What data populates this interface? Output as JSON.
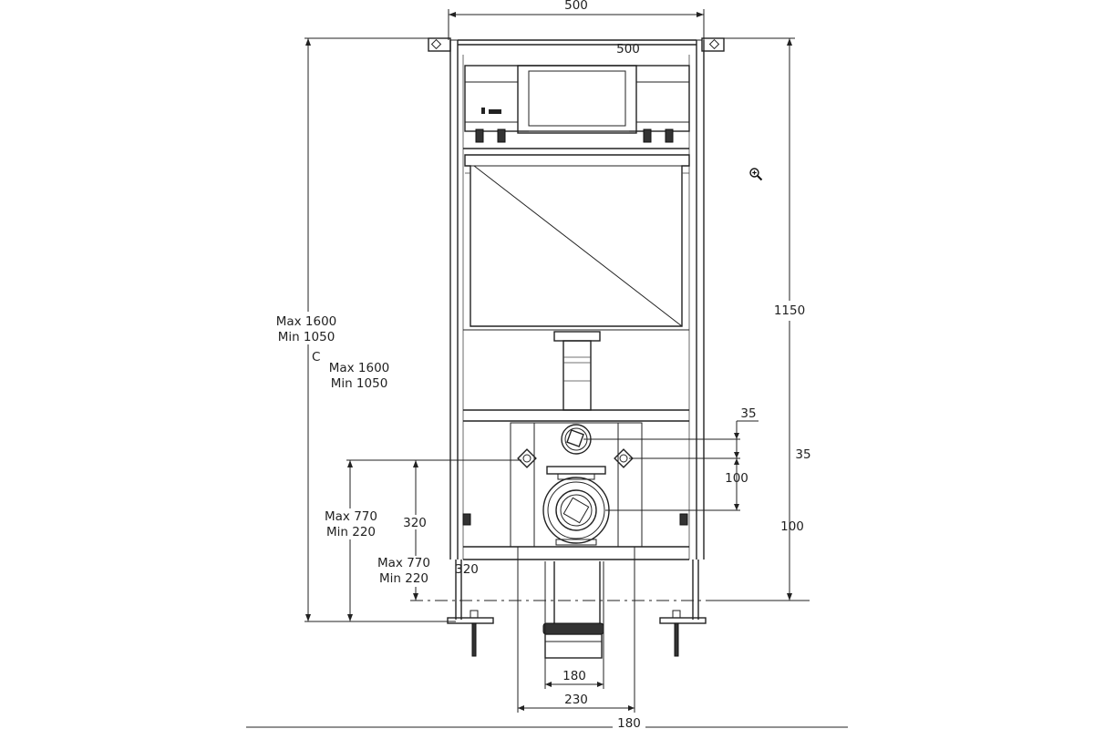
{
  "dimensions": {
    "top_width": "500",
    "frame_inner_width": "500",
    "overall_height": "1150",
    "right_35": "35",
    "right_100": "100",
    "small_35": "35",
    "small_100": "100",
    "left_max_1": "Max 1600",
    "left_min_1": "Min 1050",
    "c_label": "C",
    "left_max_2": "Max 1600",
    "left_min_2": "Min 1050",
    "foot_max_1": "Max 770",
    "foot_min_1": "Min 220",
    "foot_max_2": "Max 770",
    "foot_min_2": "Min 220",
    "drain_320_a": "320",
    "drain_320_b": "320",
    "pipe_180": "180",
    "pipe_230": "230",
    "bottom_180": "180"
  },
  "icons": {
    "zoom": "zoom-in-icon"
  },
  "colors": {
    "line": "#222222",
    "background": "#ffffff"
  }
}
